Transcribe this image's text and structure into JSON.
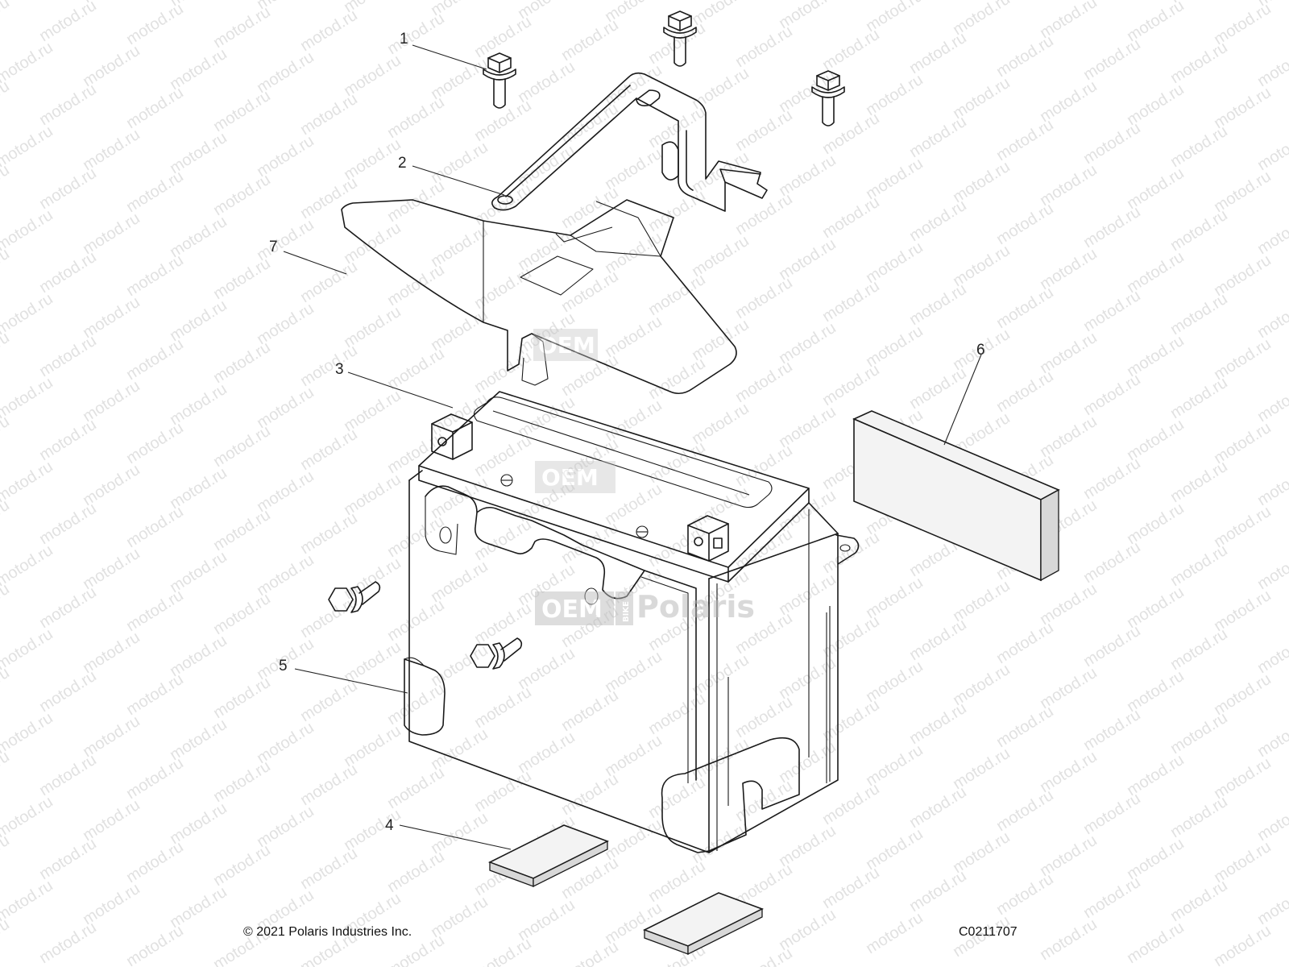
{
  "diagram": {
    "callouts": [
      "1",
      "2",
      "3",
      "4",
      "5",
      "6",
      "7"
    ],
    "watermark_text": "motod.ru",
    "logo": {
      "oem": "OEM",
      "bike": "BIKE",
      "brand": "Polaris"
    }
  },
  "footer": {
    "copyright": "© 2021 Polaris Industries Inc.",
    "drawing_code": "C0211707"
  }
}
